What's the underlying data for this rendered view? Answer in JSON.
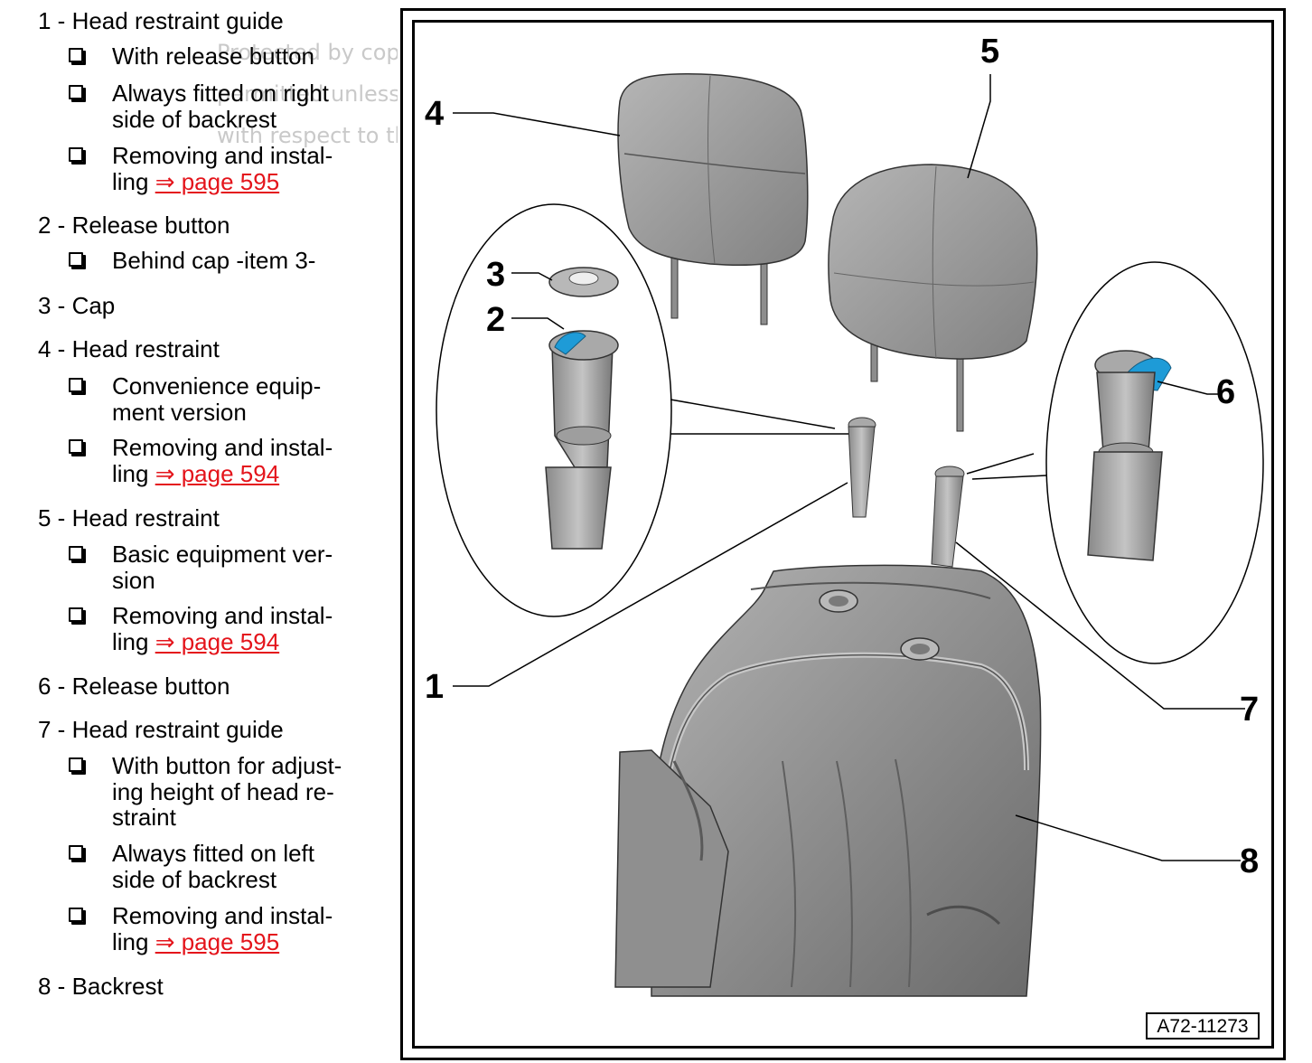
{
  "legend": {
    "watermark_lines": [
      "Protected by copy",
      "permitted unless",
      "with respect to th"
    ],
    "items": [
      {
        "heading": "1 - Head restraint guide",
        "bullets": [
          {
            "text": "With release button"
          },
          {
            "text": "Always fitted on right side of backrest"
          },
          {
            "text": "Removing and instal-ling",
            "link": "⇒ page 595"
          }
        ]
      },
      {
        "heading": "2 - Release button",
        "bullets": [
          {
            "text": "Behind cap -item 3-"
          }
        ]
      },
      {
        "heading": "3 - Cap",
        "bullets": []
      },
      {
        "heading": "4 - Head restraint",
        "bullets": [
          {
            "text": "Convenience equip-ment version"
          },
          {
            "text": "Removing and instal-ling",
            "link": "⇒ page 594"
          }
        ]
      },
      {
        "heading": "5 - Head restraint",
        "bullets": [
          {
            "text": "Basic equipment ver-sion"
          },
          {
            "text": "Removing and instal-ling",
            "link": "⇒ page 594"
          }
        ]
      },
      {
        "heading": "6 - Release button",
        "bullets": []
      },
      {
        "heading": "7 - Head restraint guide",
        "bullets": [
          {
            "text": "With button for adjust-ing height of head re-straint"
          },
          {
            "text": "Always fitted on left side of backrest"
          },
          {
            "text": "Removing and instal-ling",
            "link": "⇒ page 595"
          }
        ]
      },
      {
        "heading": "8 - Backrest",
        "bullets": []
      }
    ]
  },
  "figure": {
    "callouts": [
      "1",
      "2",
      "3",
      "4",
      "5",
      "6",
      "7",
      "8"
    ],
    "code": "A72-11273",
    "colors": {
      "part_fill": "#9a9a9a",
      "part_dark": "#6f6f6f",
      "release_button": "#1e9bd7",
      "link": "#e4141b"
    }
  }
}
